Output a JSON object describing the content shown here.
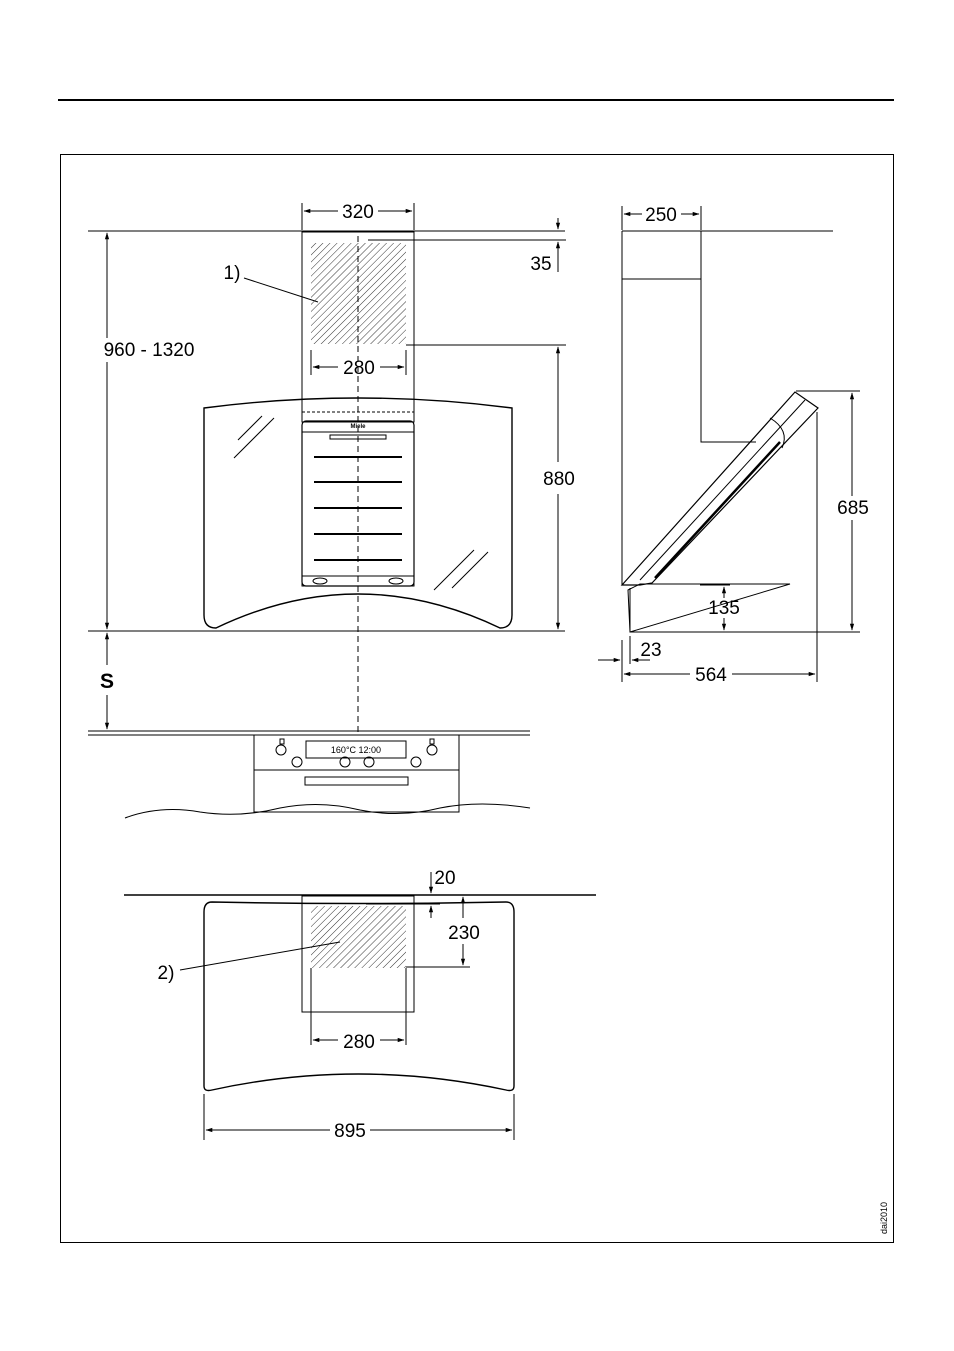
{
  "diagram": {
    "front_view": {
      "dim_width_top": "320",
      "dim_top_gap": "35",
      "dim_height_range": "960 - 1320",
      "dim_inner_width": "280",
      "dim_height_hood": "880",
      "callout_1": "1)",
      "clearance_label": "S",
      "hob_display": "160°C  12:00",
      "brand": "Miele"
    },
    "side_view": {
      "dim_depth_chimney": "250",
      "dim_height_glass": "685",
      "dim_lower_gap": "135",
      "dim_glass_thickness": "23",
      "dim_total_depth": "564"
    },
    "top_view": {
      "dim_top_gap": "20",
      "dim_depth": "230",
      "callout_2": "2)",
      "dim_inner_width": "280",
      "dim_total_width": "895"
    },
    "figure_code": "dai2010"
  }
}
